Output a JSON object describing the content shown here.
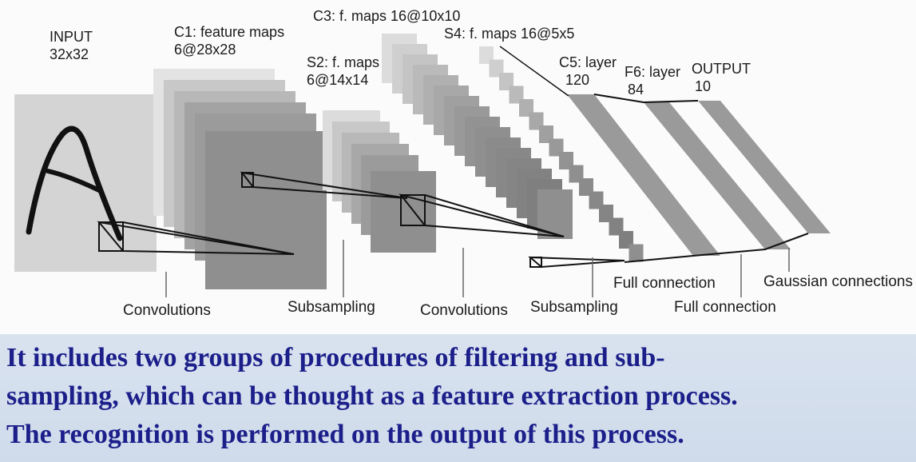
{
  "diagram": {
    "labels": {
      "input_title": "INPUT",
      "input_size": "32x32",
      "c1_title": "C1: feature maps",
      "c1_size": "6@28x28",
      "s2_title": "S2: f. maps",
      "s2_size": "6@14x14",
      "c3_title": "C3: f. maps 16@10x10",
      "s4_title": "S4: f. maps 16@5x5",
      "c5_title": "C5: layer",
      "c5_size": "120",
      "f6_title": "F6: layer",
      "f6_size": "84",
      "output_title": "OUTPUT",
      "output_size": "10"
    },
    "stages": {
      "convolutions_1": "Convolutions",
      "subsampling_1": "Subsampling",
      "convolutions_2": "Convolutions",
      "subsampling_2": "Subsampling",
      "full_connection_1": "Full connection",
      "full_connection_2": "Full connection",
      "gaussian": "Gaussian connections"
    },
    "colors": {
      "map_light": "#cfcfcf",
      "map_mid": "#a9a9a9",
      "map_dark": "#8f8f8f",
      "stroke": "#111111"
    }
  },
  "caption": {
    "line1": "It includes two groups of procedures of filtering and sub-",
    "line2": "sampling, which can be thought as a feature extraction process.",
    "line3": "The recognition is performed on the output of this process.",
    "color": "#1c1f8a"
  }
}
